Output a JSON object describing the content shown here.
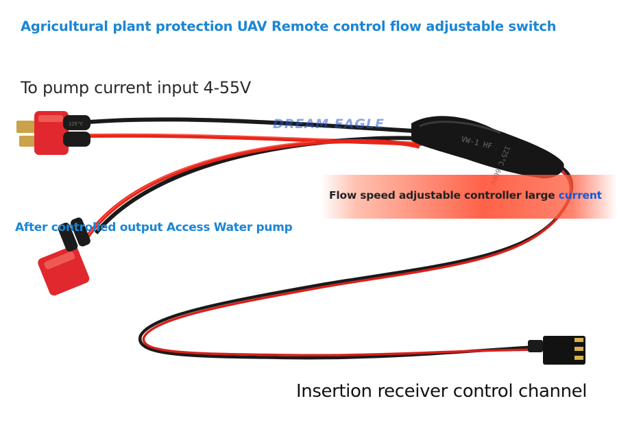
{
  "title": "Agricultural plant protection UAV Remote control flow adjustable switch",
  "labels": {
    "pump_input": "To pump current input 4-55V",
    "flow_controller_main": "Flow speed adjustable controller large ",
    "flow_controller_highlight": "current",
    "controlled_output": "After controlled output Access Water pump",
    "receiver_channel": "Insertion receiver control channel"
  },
  "watermark": "DREAM EAGLE",
  "module_marking": "VW-1 HF",
  "module_rating": "125°C 600V",
  "sleeve_marking": "125°C",
  "colors": {
    "title": "#1a86d6",
    "red_wire": "#e8251a",
    "black_wire": "#1a1a1a",
    "connector_red": "#e0282e",
    "highlight_blue": "#1457d8"
  }
}
